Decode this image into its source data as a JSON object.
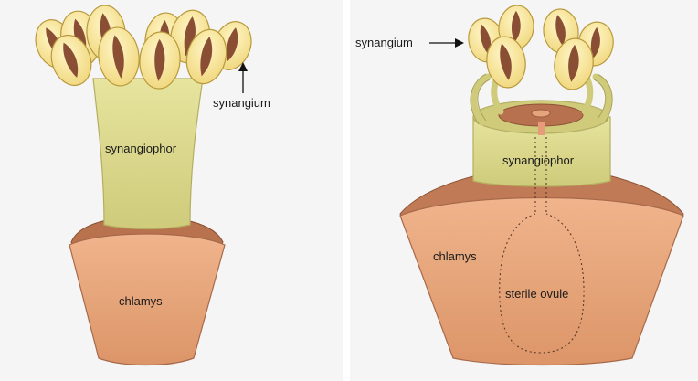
{
  "left_panel": {
    "labels": {
      "synangium": "synangium",
      "synangiophor": "synangiophor",
      "chlamys": "chlamys"
    }
  },
  "right_panel": {
    "labels": {
      "synangium": "synangium",
      "synangiophor": "synangiophor",
      "chlamys": "chlamys",
      "sterile_ovule": "sterile ovule"
    }
  },
  "colors": {
    "panel_bg": "#f5f5f5",
    "chlamys_fill": "#e7a77d",
    "chlamys_dark": "#c97e57",
    "stalk_fill": "#d7d58a",
    "stalk_edge": "#b6b164",
    "synangium_fill": "#f6e48d",
    "synangium_edge": "#caa63f",
    "spore_fill": "#8a4e35"
  }
}
